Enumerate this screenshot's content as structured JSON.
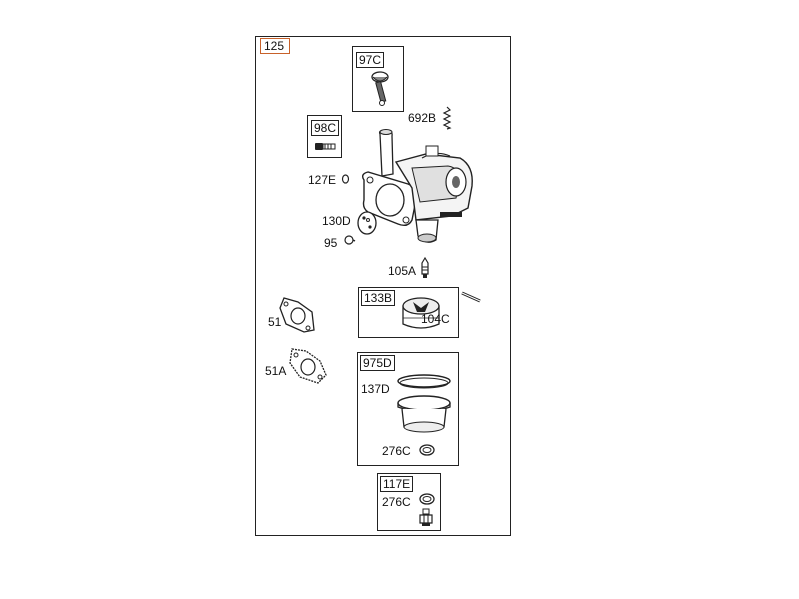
{
  "assembly": {
    "number": "125",
    "number_border_color": "#c8612a"
  },
  "kits": {
    "k97C": "97C",
    "k98C": "98C",
    "k133B": "133B",
    "k975D": "975D",
    "k117E": "117E"
  },
  "callouts": {
    "c692B": "692B",
    "c127E": "127E",
    "c130D": "130D",
    "c95": "95",
    "c105A": "105A",
    "c104C": "104C",
    "c51": "51",
    "c51A": "51A",
    "c137D": "137D",
    "c276C_a": "276C",
    "c276C_b": "276C"
  },
  "icons": [
    "carburetor-icon",
    "choke-lever-icon",
    "needle-icon",
    "spring-icon",
    "gasket-icon",
    "float-icon",
    "bowl-icon",
    "o-ring-icon",
    "nut-icon",
    "screw-icon",
    "pin-icon",
    "plug-icon"
  ]
}
